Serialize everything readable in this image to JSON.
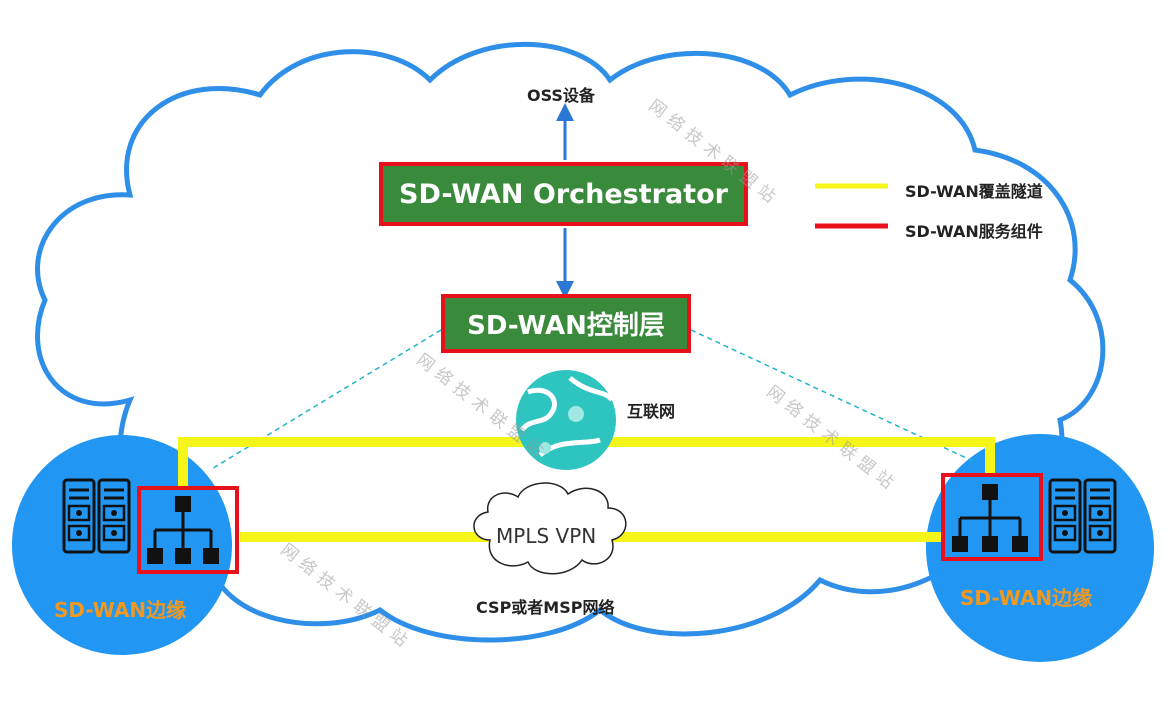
{
  "diagram": {
    "orchestrator_label": "SD-WAN Orchestrator",
    "control_layer_label": "SD-WAN控制层",
    "oss_label": "OSS设备",
    "internet_label": "互联网",
    "mpls_label": "MPLS VPN",
    "csp_label": "CSP或者MSP网络",
    "edge_left_label": "SD-WAN边缘",
    "edge_right_label": "SD-WAN边缘",
    "watermark": "网络技术联盟站"
  },
  "legend": {
    "items": [
      {
        "label": "SD-WAN覆盖隧道",
        "color": "#f5f51a"
      },
      {
        "label": "SD-WAN服务组件",
        "color": "#e8101a"
      }
    ]
  },
  "colors": {
    "cloud_outline": "#2f8fe8",
    "edge_circle": "#2196f3",
    "arrow": "#2b78d4",
    "box_fill": "#3a8a3c",
    "box_border": "#e8101a",
    "tunnel": "#f5f51a",
    "edge_text": "#f09820",
    "dashed_link": "#1fb5c9",
    "internet_globe": "#2ec4c0"
  },
  "icons": [
    "cloud-icon",
    "globe-icon",
    "server-rack-icon",
    "network-topology-icon",
    "mpls-cloud-icon",
    "arrow-up-icon",
    "arrow-down-icon"
  ]
}
